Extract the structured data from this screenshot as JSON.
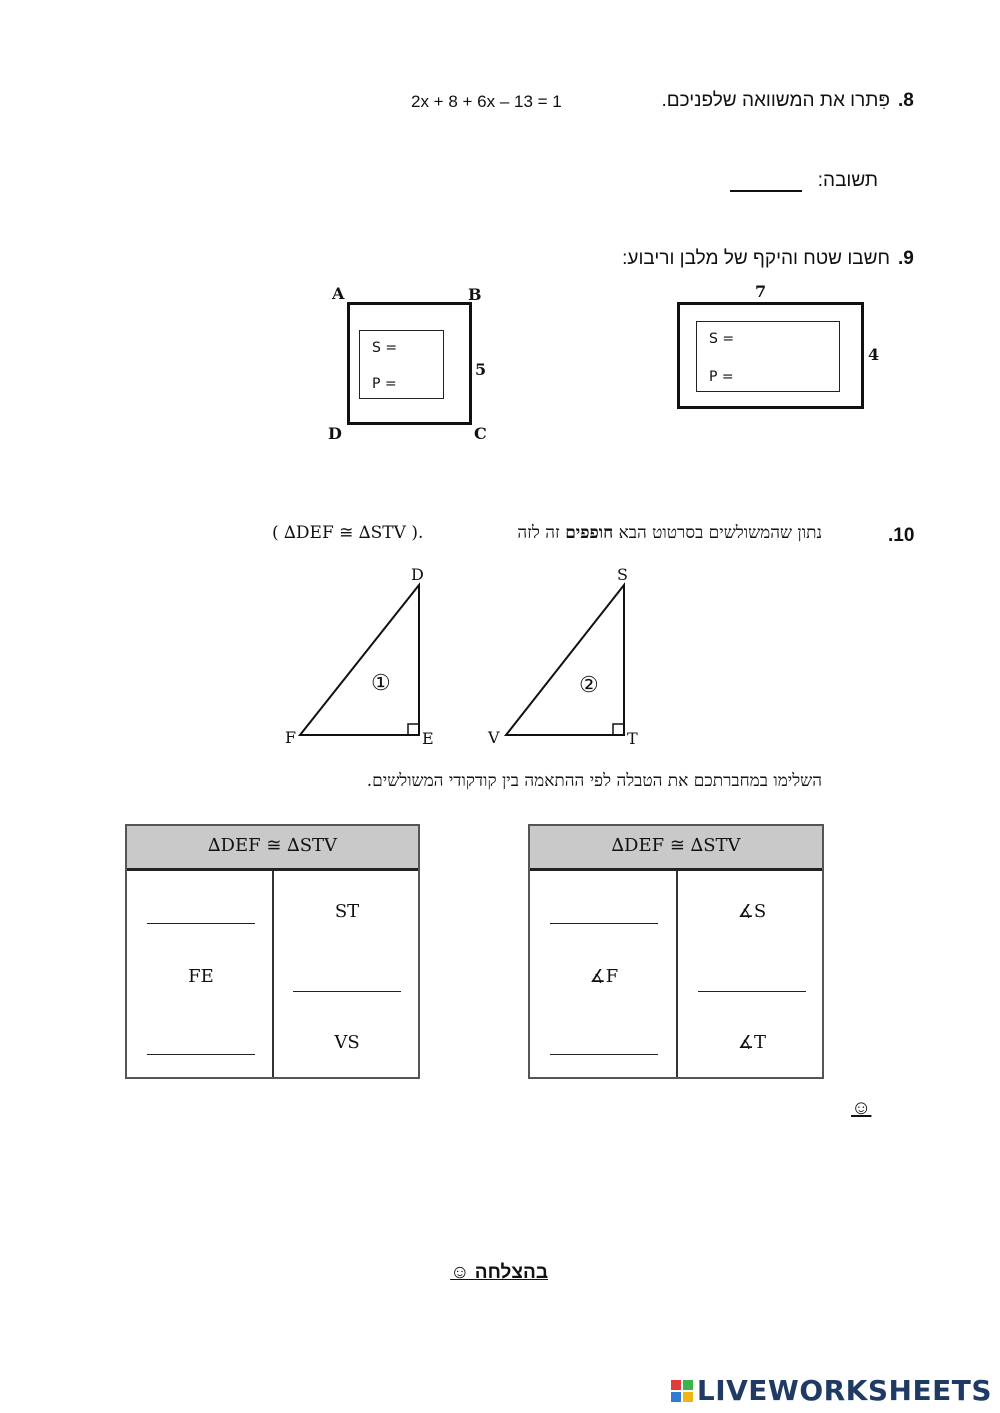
{
  "q8": {
    "number": ".8",
    "instruction": "פִּתרו את המשוואה שלפניכם.",
    "equation": "2x + 8 + 6x – 13  =  1",
    "answer_label": "תשובה:"
  },
  "q9": {
    "number": ".9",
    "instruction": "חשבו שטח והיקף של מלבן וריבוע:",
    "square": {
      "A": "A",
      "B": "B",
      "C": "C",
      "D": "D",
      "side": "5",
      "s_label": "S =",
      "p_label": "P ="
    },
    "rect": {
      "top": "7",
      "side": "4",
      "s_label": "S =",
      "p_label": "P ="
    }
  },
  "q10": {
    "number": ".10",
    "statement_pre": "נתון שהמשולשים בסרטוט הבא ",
    "statement_bold": "חופפים",
    "statement_post": " זה לזה",
    "congruence": "( ∆DEF ≅ ∆STV ).",
    "tri1": {
      "top": "D",
      "left": "F",
      "right": "E",
      "num": "①"
    },
    "tri2": {
      "top": "S",
      "left": "V",
      "right": "T",
      "num": "②"
    },
    "table_instruction": "השלימו במחברתכם את הטבלה לפי ההתאמה בין קודקודי המשולשים.",
    "table_header": "∆DEF   ≅   ∆STV",
    "left_table": {
      "right_col": [
        "ST",
        "",
        "VS"
      ],
      "left_col": [
        "",
        "FE",
        ""
      ]
    },
    "right_table": {
      "right_col": [
        "∡S",
        "",
        "∡T"
      ],
      "left_col": [
        "",
        "∡F",
        ""
      ]
    }
  },
  "smiley": "☺",
  "footer": "בהצלחה   ☺",
  "logo": "LIVEWORKSHEETS",
  "colors": {
    "header_bg": "#c9c9c9",
    "logo": "#1f3b63"
  }
}
